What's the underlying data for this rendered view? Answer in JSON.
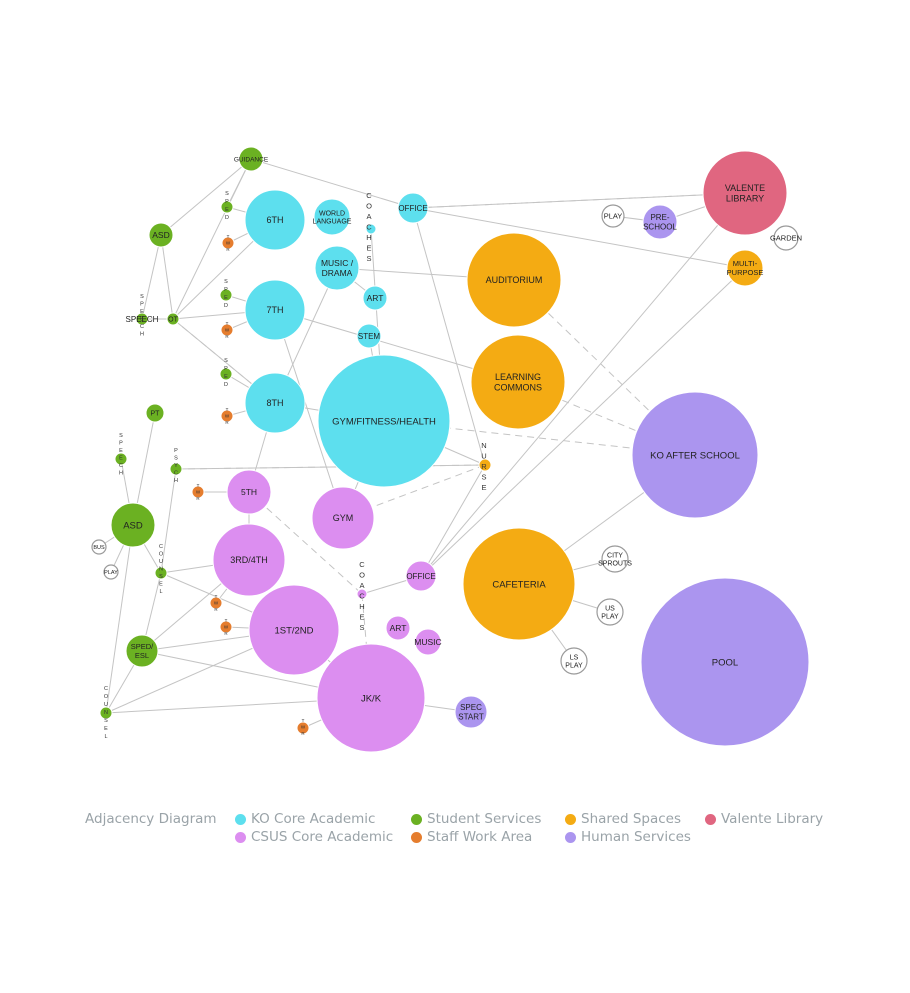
{
  "legend": {
    "title": "Adjacency Diagram",
    "items": [
      {
        "key": "ko",
        "label": "KO Core Academic",
        "color": "#5ddfee"
      },
      {
        "key": "csus",
        "label": "CSUS Core Academic",
        "color": "#dc8ef0"
      },
      {
        "key": "student",
        "label": "Student Services",
        "color": "#6bb122"
      },
      {
        "key": "staff",
        "label": "Staff Work Area",
        "color": "#e57d2e"
      },
      {
        "key": "shared",
        "label": "Shared Spaces",
        "color": "#f4ab13"
      },
      {
        "key": "human",
        "label": "Human Services",
        "color": "#ab95ef"
      },
      {
        "key": "library",
        "label": "Valente Library",
        "color": "#e06680"
      }
    ]
  },
  "nodes": [
    {
      "id": "guidance",
      "label": "GUIDANCE",
      "cat": "student"
    },
    {
      "id": "asd1",
      "label": "ASD",
      "cat": "student"
    },
    {
      "id": "ot",
      "label": "OT",
      "cat": "student"
    },
    {
      "id": "speech1",
      "label": "SPEECH",
      "cat": "student"
    },
    {
      "id": "s6",
      "label": "",
      "cat": "student"
    },
    {
      "id": "t6",
      "label": "",
      "cat": "staff"
    },
    {
      "id": "g6",
      "label": "6TH",
      "cat": "ko"
    },
    {
      "id": "wl",
      "label": "WORLD LANGUAGE",
      "cat": "ko"
    },
    {
      "id": "coach1",
      "label": "",
      "cat": "ko"
    },
    {
      "id": "office1",
      "label": "OFFICE",
      "cat": "ko"
    },
    {
      "id": "music1",
      "label": "MUSIC / DRAMA",
      "cat": "ko"
    },
    {
      "id": "art1",
      "label": "ART",
      "cat": "ko"
    },
    {
      "id": "s7",
      "label": "",
      "cat": "student"
    },
    {
      "id": "t7",
      "label": "",
      "cat": "staff"
    },
    {
      "id": "g7",
      "label": "7TH",
      "cat": "ko"
    },
    {
      "id": "stem",
      "label": "STEM",
      "cat": "ko"
    },
    {
      "id": "s8",
      "label": "",
      "cat": "student"
    },
    {
      "id": "t8",
      "label": "",
      "cat": "staff"
    },
    {
      "id": "g8",
      "label": "8TH",
      "cat": "ko"
    },
    {
      "id": "gymfit",
      "label": "GYM/FITNESS/HEALTH",
      "cat": "ko"
    },
    {
      "id": "auditorium",
      "label": "AUDITORIUM",
      "cat": "shared"
    },
    {
      "id": "learning",
      "label": "LEARNING COMMONS",
      "cat": "shared"
    },
    {
      "id": "nurse",
      "label": "",
      "cat": "shared"
    },
    {
      "id": "library",
      "label": "VALENTE LIBRARY",
      "cat": "library"
    },
    {
      "id": "play1",
      "label": "PLAY",
      "cat": "none"
    },
    {
      "id": "preschool",
      "label": "PRE- SCHOOL",
      "cat": "human"
    },
    {
      "id": "garden",
      "label": "GARDEN",
      "cat": "none"
    },
    {
      "id": "multipurpose",
      "label": "MULTI- PURPOSE",
      "cat": "shared"
    },
    {
      "id": "koafter",
      "label": "KO AFTER SCHOOL",
      "cat": "human"
    },
    {
      "id": "pt",
      "label": "PT",
      "cat": "student"
    },
    {
      "id": "speech2",
      "label": "",
      "cat": "student"
    },
    {
      "id": "psych",
      "label": "",
      "cat": "student"
    },
    {
      "id": "asd2",
      "label": "ASD",
      "cat": "student"
    },
    {
      "id": "bus",
      "label": "BUS",
      "cat": "none"
    },
    {
      "id": "play2",
      "label": "PLAY",
      "cat": "none"
    },
    {
      "id": "counsel1",
      "label": "",
      "cat": "student"
    },
    {
      "id": "t5",
      "label": "",
      "cat": "staff"
    },
    {
      "id": "g5",
      "label": "5TH",
      "cat": "csus"
    },
    {
      "id": "gym",
      "label": "GYM",
      "cat": "csus"
    },
    {
      "id": "g34",
      "label": "3RD/4TH",
      "cat": "csus"
    },
    {
      "id": "t34",
      "label": "",
      "cat": "staff"
    },
    {
      "id": "coach2",
      "label": "",
      "cat": "csus"
    },
    {
      "id": "office2",
      "label": "OFFICE",
      "cat": "csus"
    },
    {
      "id": "t12",
      "label": "",
      "cat": "staff"
    },
    {
      "id": "g12",
      "label": "1ST/2ND",
      "cat": "csus"
    },
    {
      "id": "art2",
      "label": "ART",
      "cat": "csus"
    },
    {
      "id": "music2",
      "label": "MUSIC",
      "cat": "csus"
    },
    {
      "id": "cafeteria",
      "label": "CAFETERIA",
      "cat": "shared"
    },
    {
      "id": "citysprouts",
      "label": "CITY SPROUTS",
      "cat": "none"
    },
    {
      "id": "usplay",
      "label": "US PLAY",
      "cat": "none"
    },
    {
      "id": "lsplay",
      "label": "LS PLAY",
      "cat": "none"
    },
    {
      "id": "pool",
      "label": "POOL",
      "cat": "human"
    },
    {
      "id": "sped",
      "label": "SPED/ ESL",
      "cat": "student"
    },
    {
      "id": "jkk",
      "label": "JK/K",
      "cat": "csus"
    },
    {
      "id": "tjk",
      "label": "",
      "cat": "staff"
    },
    {
      "id": "counsel2",
      "label": "",
      "cat": "student"
    },
    {
      "id": "specstart",
      "label": "SPEC START",
      "cat": "human"
    }
  ],
  "vertical_labels": [
    {
      "id": "vl-coaches1",
      "letters": [
        "C",
        "O",
        "A",
        "C",
        "H",
        "E",
        "S"
      ]
    },
    {
      "id": "vl-coaches2",
      "letters": [
        "C",
        "O",
        "A",
        "C",
        "H",
        "E",
        "S"
      ]
    },
    {
      "id": "vl-nurse",
      "letters": [
        "N",
        "U",
        "R",
        "S",
        "E"
      ]
    },
    {
      "id": "vl-speech1",
      "letters": [
        "S",
        "P",
        "E",
        "E",
        "C",
        "H"
      ]
    },
    {
      "id": "vl-speech2",
      "letters": [
        "S",
        "P",
        "E",
        "E",
        "C",
        "H"
      ]
    },
    {
      "id": "vl-psych",
      "letters": [
        "P",
        "S",
        "Y",
        "C",
        "H"
      ]
    },
    {
      "id": "vl-counsel1",
      "letters": [
        "C",
        "O",
        "U",
        "N",
        "S",
        "E",
        "L"
      ]
    },
    {
      "id": "vl-counsel2",
      "letters": [
        "C",
        "O",
        "U",
        "N",
        "S",
        "E",
        "L"
      ]
    },
    {
      "id": "vl-sped6",
      "letters": [
        "S",
        "P",
        "E",
        "D"
      ]
    },
    {
      "id": "vl-sped7",
      "letters": [
        "S",
        "P",
        "E",
        "D"
      ]
    },
    {
      "id": "vl-sped8",
      "letters": [
        "S",
        "P",
        "E",
        "D"
      ]
    },
    {
      "id": "vl-tr6",
      "letters": [
        "T",
        "W",
        "R"
      ]
    },
    {
      "id": "vl-tr7",
      "letters": [
        "T",
        "W",
        "R"
      ]
    },
    {
      "id": "vl-tr8",
      "letters": [
        "T",
        "W",
        "R"
      ]
    },
    {
      "id": "vl-tr5",
      "letters": [
        "T",
        "W",
        "R"
      ]
    },
    {
      "id": "vl-tr34",
      "letters": [
        "T",
        "W",
        "R"
      ]
    },
    {
      "id": "vl-tr12",
      "letters": [
        "T",
        "W",
        "R"
      ]
    },
    {
      "id": "vl-trjk",
      "letters": [
        "T",
        "W",
        "R"
      ]
    }
  ],
  "edges": [
    [
      "guidance",
      "asd1"
    ],
    [
      "guidance",
      "ot"
    ],
    [
      "guidance",
      "office1"
    ],
    [
      "guidance",
      "s6"
    ],
    [
      "asd1",
      "ot"
    ],
    [
      "asd1",
      "speech1"
    ],
    [
      "speech1",
      "ot"
    ],
    [
      "ot",
      "g6"
    ],
    [
      "ot",
      "g7"
    ],
    [
      "ot",
      "g8"
    ],
    [
      "s6",
      "g6"
    ],
    [
      "t6",
      "g6"
    ],
    [
      "s7",
      "g7"
    ],
    [
      "t7",
      "g7"
    ],
    [
      "s8",
      "g8"
    ],
    [
      "t8",
      "g8"
    ],
    [
      "coach1",
      "gymfit"
    ],
    [
      "office1",
      "library"
    ],
    [
      "office1",
      "multipurpose"
    ],
    [
      "office1",
      "nurse"
    ],
    [
      "music1",
      "auditorium"
    ],
    [
      "music1",
      "art1"
    ],
    [
      "music1",
      "g8"
    ],
    [
      "g7",
      "learning"
    ],
    [
      "stem",
      "gymfit"
    ],
    [
      "g8",
      "gymfit"
    ],
    [
      "gymfit",
      "nurse"
    ],
    [
      "nurse",
      "office2"
    ],
    [
      "library",
      "preschool"
    ],
    [
      "preschool",
      "play1"
    ],
    [
      "library",
      "office2"
    ],
    [
      "multipurpose",
      "office2"
    ],
    [
      "koafter",
      "cafeteria"
    ],
    [
      "pt",
      "asd2"
    ],
    [
      "speech2",
      "asd2"
    ],
    [
      "psych",
      "counsel1"
    ],
    [
      "asd2",
      "bus"
    ],
    [
      "asd2",
      "play2"
    ],
    [
      "asd2",
      "counsel1"
    ],
    [
      "asd2",
      "counsel2"
    ],
    [
      "psych",
      "nurse"
    ],
    [
      "g5",
      "g34"
    ],
    [
      "g5",
      "t5"
    ],
    [
      "g8",
      "g5"
    ],
    [
      "g7",
      "gym"
    ],
    [
      "gym",
      "gymfit"
    ],
    [
      "g34",
      "counsel1"
    ],
    [
      "g34",
      "t34"
    ],
    [
      "g34",
      "sped"
    ],
    [
      "g12",
      "t12"
    ],
    [
      "g12",
      "sped"
    ],
    [
      "sped",
      "jkk"
    ],
    [
      "g12",
      "jkk"
    ],
    [
      "jkk",
      "tjk"
    ],
    [
      "jkk",
      "specstart"
    ],
    [
      "counsel2",
      "g12"
    ],
    [
      "counsel2",
      "jkk"
    ],
    [
      "counsel2",
      "sped"
    ],
    [
      "coach2",
      "office2"
    ],
    [
      "cafeteria",
      "citysprouts"
    ],
    [
      "cafeteria",
      "usplay"
    ],
    [
      "cafeteria",
      "lsplay"
    ],
    [
      "sped",
      "counsel1"
    ],
    [
      "g12",
      "counsel1"
    ]
  ],
  "dashed_edges": [
    [
      "office1",
      "library"
    ],
    [
      "auditorium",
      "koafter"
    ],
    [
      "learning",
      "koafter"
    ],
    [
      "gymfit",
      "koafter"
    ],
    [
      "ot",
      "g8"
    ],
    [
      "g5",
      "coach2"
    ],
    [
      "coach2",
      "jkk"
    ],
    [
      "gym",
      "nurse"
    ],
    [
      "psych",
      "nurse"
    ]
  ]
}
